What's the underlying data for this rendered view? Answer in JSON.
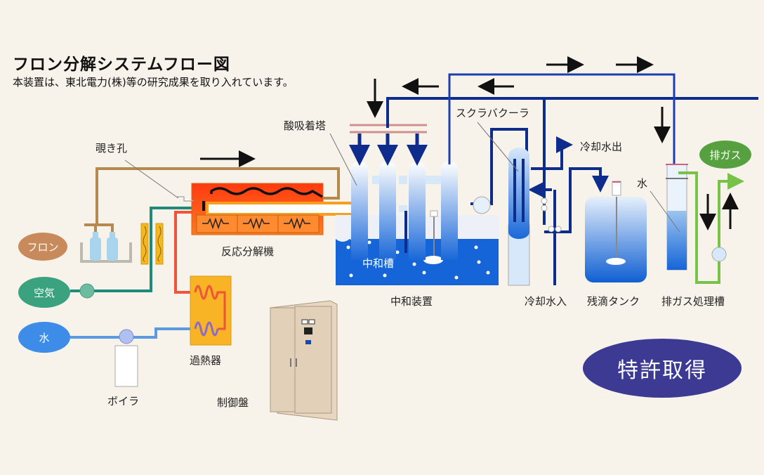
{
  "header": {
    "title": "フロン分解システムフロー図",
    "subtitle": "本装置は、東北電力(株)等の研究成果を取り入れています。"
  },
  "inputs": {
    "freon": "フロン",
    "air": "空気",
    "water": "水",
    "exhaust_gas": "排ガス"
  },
  "labels": {
    "peephole": "覗き孔",
    "reactor": "反応分解機",
    "superheater": "過熱器",
    "boiler": "ボイラ",
    "control_panel": "制御盤",
    "acid_absorber": "酸吸着塔",
    "scrubber_cooler": "スクラバクーラ",
    "cooling_water_out": "冷却水出",
    "cooling_water_in": "冷却水入",
    "neutralizer_tank": "中和槽",
    "neutralizer": "中和装置",
    "residue_tank": "残滴タンク",
    "water_in_tank": "水",
    "exhaust_treatment": "排ガス処理槽"
  },
  "badge": {
    "patent": "特許取得"
  },
  "colors": {
    "background": "#f8f3ea",
    "freon_pipe": "#b68a4e",
    "air_pipe": "#1f8a78",
    "water_pipe": "#5a9ae0",
    "hot_pipe": "#f0523a",
    "gas_pipe": "#0e2c8c",
    "exhaust_pipe": "#78c24a",
    "patent_badge": "#3c3a92",
    "liquid": "#1565d8"
  }
}
